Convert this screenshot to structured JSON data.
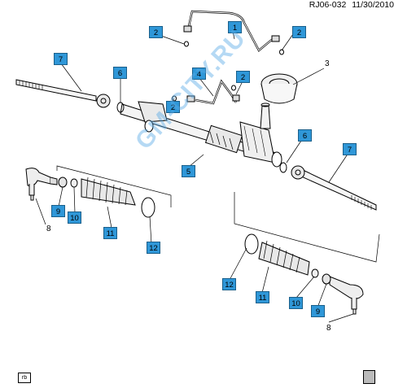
{
  "header": {
    "code": "RJ06-032",
    "date": "11/30/2010"
  },
  "callouts": [
    {
      "id": "c1",
      "label": "1",
      "boxed": true
    },
    {
      "id": "c2a",
      "label": "2",
      "boxed": true
    },
    {
      "id": "c2b",
      "label": "2",
      "boxed": true
    },
    {
      "id": "c2c",
      "label": "2",
      "boxed": true
    },
    {
      "id": "c2d",
      "label": "2",
      "boxed": true
    },
    {
      "id": "c3",
      "label": "3",
      "boxed": false
    },
    {
      "id": "c4",
      "label": "4",
      "boxed": true
    },
    {
      "id": "c5",
      "label": "5",
      "boxed": true
    },
    {
      "id": "c6a",
      "label": "6",
      "boxed": true
    },
    {
      "id": "c6b",
      "label": "6",
      "boxed": true
    },
    {
      "id": "c7a",
      "label": "7",
      "boxed": true
    },
    {
      "id": "c7b",
      "label": "7",
      "boxed": true
    },
    {
      "id": "c8a",
      "label": "8",
      "boxed": false
    },
    {
      "id": "c8b",
      "label": "8",
      "boxed": false
    },
    {
      "id": "c9a",
      "label": "9",
      "boxed": true
    },
    {
      "id": "c9b",
      "label": "9",
      "boxed": true
    },
    {
      "id": "c10a",
      "label": "10",
      "boxed": true
    },
    {
      "id": "c10b",
      "label": "10",
      "boxed": true
    },
    {
      "id": "c11a",
      "label": "11",
      "boxed": true
    },
    {
      "id": "c11b",
      "label": "11",
      "boxed": true
    },
    {
      "id": "c12a",
      "label": "12",
      "boxed": true
    },
    {
      "id": "c12b",
      "label": "12",
      "boxed": true
    }
  ],
  "watermark": {
    "text": "GM-CITY.RU"
  },
  "footer": {
    "left_badge": "rb"
  },
  "colors": {
    "callout_fill": "#2f97d8",
    "line": "#000000",
    "watermark": "#5aaae6"
  },
  "icons": {
    "footer_right": "book-icon"
  }
}
